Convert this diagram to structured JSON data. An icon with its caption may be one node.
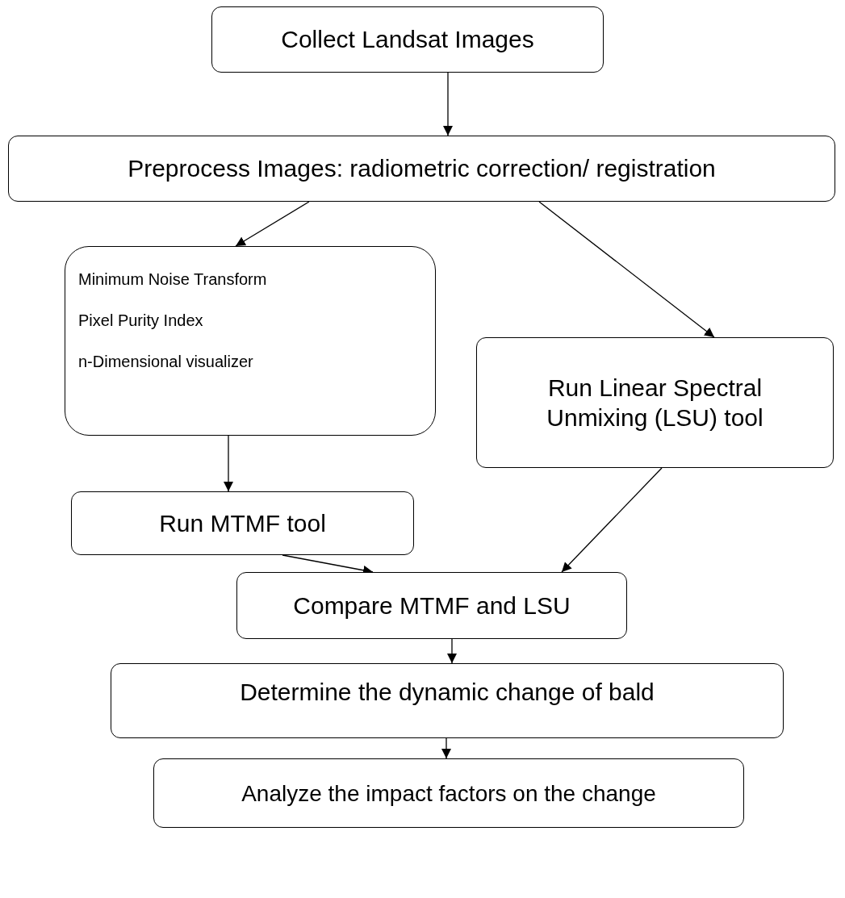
{
  "diagram": {
    "nodes": [
      {
        "text": [
          "Collect Landsat Images"
        ]
      },
      {
        "text": [
          "Preprocess Images: radiometric correction/ registration"
        ]
      },
      {
        "text": [
          "Minimum Noise Transform",
          "Pixel Purity Index",
          "n-Dimensional visualizer"
        ]
      },
      {
        "text": [
          "Run Linear Spectral Unmixing (LSU) tool"
        ]
      },
      {
        "text": [
          "Run MTMF tool"
        ]
      },
      {
        "text": [
          "Compare MTMF and LSU"
        ]
      },
      {
        "text": [
          "Determine the dynamic change of bald"
        ]
      },
      {
        "text": [
          "Analyze the impact factors on the change"
        ]
      }
    ],
    "edges": [
      {
        "from": 0,
        "to": 1,
        "arrow": "to"
      },
      {
        "from": 1,
        "to": 2,
        "arrow": "to"
      },
      {
        "from": 1,
        "to": 3,
        "arrow": "to"
      },
      {
        "from": 2,
        "to": 4,
        "arrow": "to"
      },
      {
        "from": 4,
        "to": 5,
        "arrow": "to"
      },
      {
        "from": 3,
        "to": 5,
        "arrow": "to"
      },
      {
        "from": 5,
        "to": 6,
        "arrow": "to"
      },
      {
        "from": 6,
        "to": 7,
        "arrow": "to"
      }
    ]
  }
}
